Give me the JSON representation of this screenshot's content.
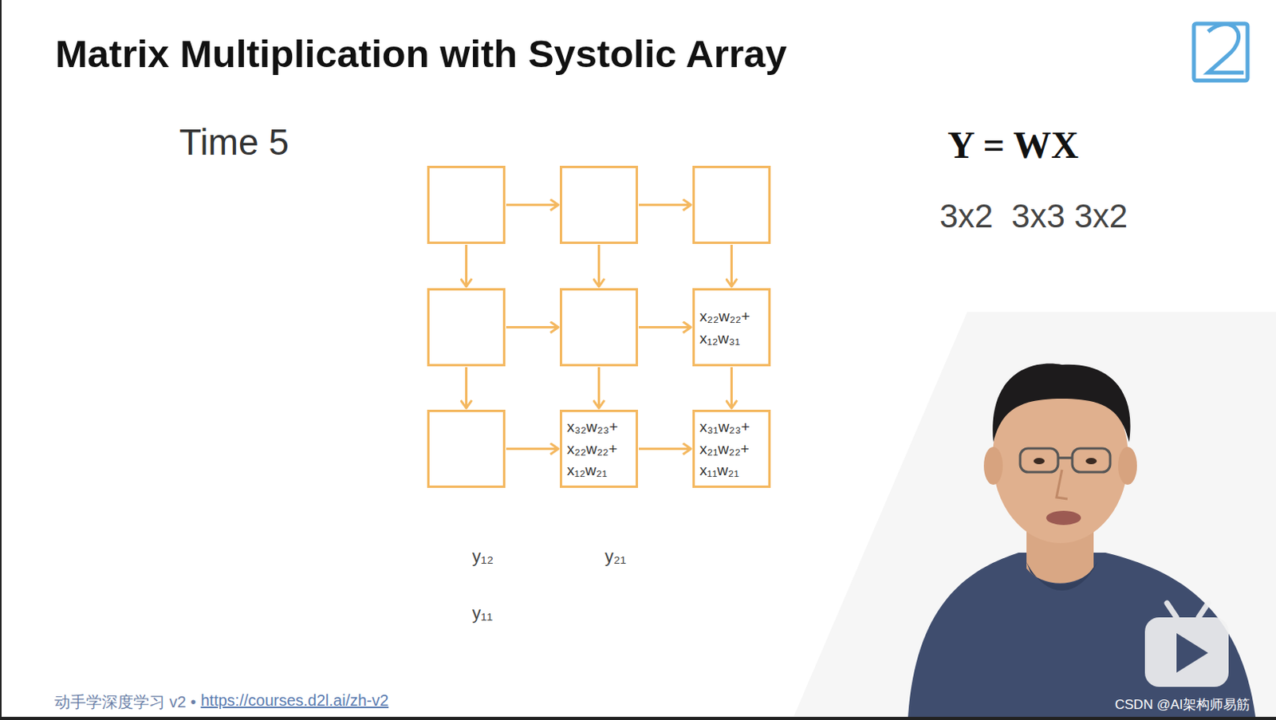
{
  "diagram": {
    "title": "Matrix Multiplication with Systolic Array",
    "nodes": [
      {
        "text": []
      },
      {
        "text": []
      },
      {
        "text": []
      },
      {
        "text": []
      },
      {
        "text": []
      },
      {
        "text": [
          "x₂₂w₂₂+",
          "x₁₂w₃₁"
        ]
      },
      {
        "text": []
      },
      {
        "text": [
          "x₃₂w₂₃+",
          "x₂₂w₂₂+",
          "x₁₂w₂₁"
        ]
      },
      {
        "text": [
          "x₃₁w₂₃+",
          "x₂₁w₂₂+",
          "x₁₁w₂₁"
        ]
      }
    ],
    "edges": [
      {
        "from": 0,
        "to": 1,
        "arrow": "to"
      },
      {
        "from": 1,
        "to": 2,
        "arrow": "to"
      },
      {
        "from": 3,
        "to": 4,
        "arrow": "to"
      },
      {
        "from": 4,
        "to": 5,
        "arrow": "to"
      },
      {
        "from": 6,
        "to": 7,
        "arrow": "to"
      },
      {
        "from": 7,
        "to": 8,
        "arrow": "to"
      },
      {
        "from": 0,
        "to": 3,
        "arrow": "to"
      },
      {
        "from": 1,
        "to": 4,
        "arrow": "to"
      },
      {
        "from": 2,
        "to": 5,
        "arrow": "to"
      },
      {
        "from": 3,
        "to": 6,
        "arrow": "to"
      },
      {
        "from": 4,
        "to": 7,
        "arrow": "to"
      },
      {
        "from": 5,
        "to": 8,
        "arrow": "to"
      }
    ],
    "labels": [
      "Time 5",
      "Y = WX",
      "3x2  3x3 3x2",
      "y₁₂",
      "y₂₁",
      "y₁₁",
      "动手学深度学习 v2 •",
      "https://courses.d2l.ai/zh-v2",
      "CSDN @AI架构师易筋"
    ]
  }
}
